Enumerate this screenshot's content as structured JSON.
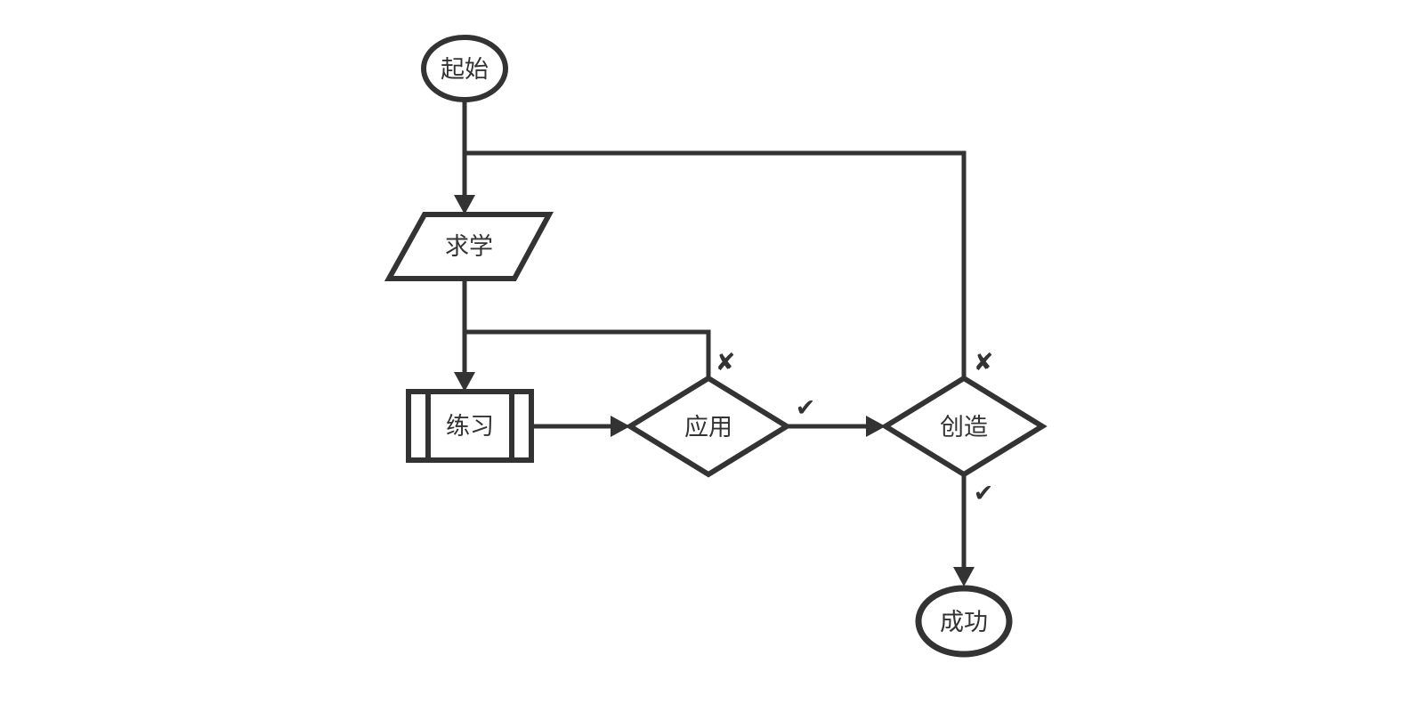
{
  "colors": {
    "background": "#ffffff",
    "stroke": "#333333",
    "shapefill": "#ffffff"
  },
  "diagram": {
    "type": "flowchart",
    "nodes": {
      "start": {
        "label": "起始",
        "shape": "ellipse"
      },
      "study": {
        "label": "求学",
        "shape": "parallelogram"
      },
      "practice": {
        "label": "练习",
        "shape": "subprocess"
      },
      "apply": {
        "label": "应用",
        "shape": "diamond"
      },
      "create": {
        "label": "创造",
        "shape": "diamond"
      },
      "success": {
        "label": "成功",
        "shape": "ellipse"
      }
    },
    "marks": {
      "yes": "✔",
      "no": "✘"
    },
    "edges": [
      {
        "from": "start",
        "to": "study",
        "mark": ""
      },
      {
        "from": "study",
        "to": "practice",
        "mark": ""
      },
      {
        "from": "practice",
        "to": "apply",
        "mark": ""
      },
      {
        "from": "apply",
        "to": "create",
        "mark": "yes"
      },
      {
        "from": "create",
        "to": "success",
        "mark": "yes"
      },
      {
        "from": "apply",
        "to": "practice",
        "mark": "no"
      },
      {
        "from": "create",
        "to": "study",
        "mark": "no"
      }
    ]
  }
}
